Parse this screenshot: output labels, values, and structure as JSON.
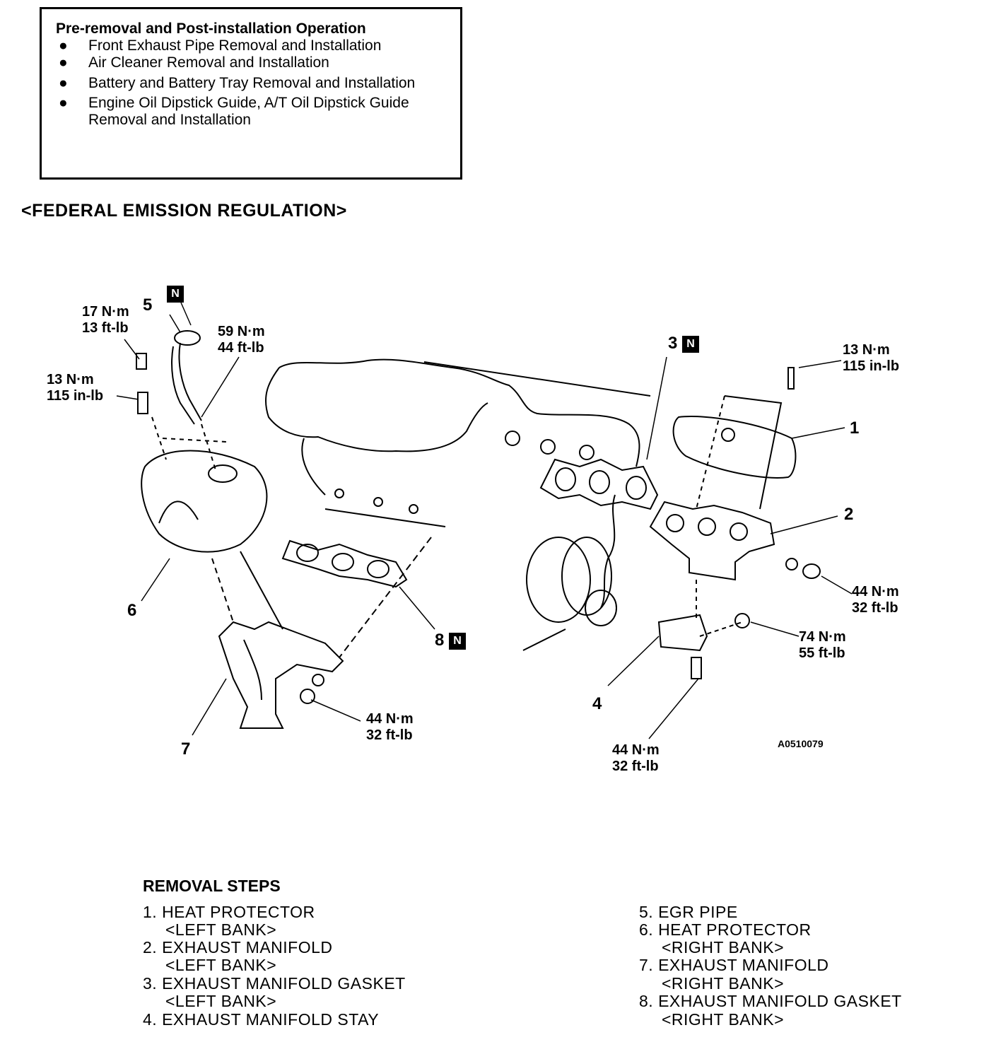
{
  "box": {
    "title": "Pre-removal and Post-installation Operation",
    "items": [
      "Front Exhaust Pipe Removal and Installation",
      "Air Cleaner Removal and Installation",
      "Battery and Battery Tray Removal and Installation",
      "Engine Oil Dipstick Guide, A/T Oil Dipstick Guide",
      "Removal and Installation"
    ],
    "bullet": "●"
  },
  "heading": "<FEDERAL EMISSION REGULATION>",
  "callouts": {
    "n1": "1",
    "n2": "2",
    "n3": "3",
    "n4": "4",
    "n5": "5",
    "n6": "6",
    "n7": "7",
    "n8": "8",
    "new_mark": "N",
    "t17nm": "17 N·m",
    "t13ftlb": "13 ft-lb",
    "t59nm": "59 N·m",
    "t44ftlb": "44 ft-lb",
    "t13nm_l": "13 N·m",
    "t115_l": "115 in-lb",
    "t13nm_r": "13 N·m",
    "t115_r": "115 in-lb",
    "t44nm_r": "44 N·m",
    "t32_r": "32 ft-lb",
    "t74nm": "74 N·m",
    "t55": "55 ft-lb",
    "t44nm_b": "44 N·m",
    "t32_b": "32 ft-lb",
    "t44nm_c": "44 N·m",
    "t32_c": "32 ft-lb"
  },
  "figure_code": "A0510079",
  "removal": {
    "title": "REMOVAL STEPS",
    "left": [
      "1. HEAT PROTECTOR",
      "<LEFT BANK>",
      "2. EXHAUST MANIFOLD",
      "<LEFT BANK>",
      "3. EXHAUST MANIFOLD GASKET",
      "<LEFT BANK>",
      "4. EXHAUST MANIFOLD STAY"
    ],
    "right": [
      "5. EGR PIPE",
      "6. HEAT PROTECTOR",
      "<RIGHT BANK>",
      "7. EXHAUST MANIFOLD",
      "<RIGHT BANK>",
      "8. EXHAUST MANIFOLD GASKET",
      "<RIGHT BANK>"
    ]
  }
}
